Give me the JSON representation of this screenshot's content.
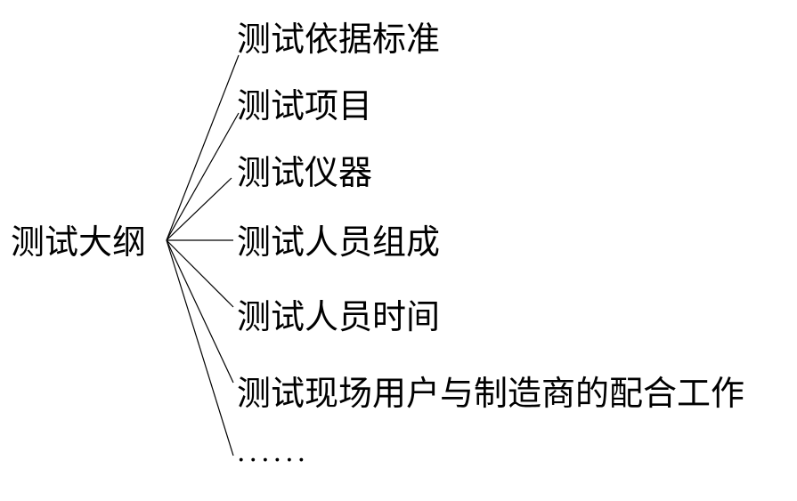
{
  "root": {
    "label": "测试大纲"
  },
  "branches": [
    {
      "label": "测试依据标准"
    },
    {
      "label": "测试项目"
    },
    {
      "label": "测试仪器"
    },
    {
      "label": "测试人员组成"
    },
    {
      "label": "测试人员时间"
    },
    {
      "label": "测试现场用户与制造商的配合工作"
    },
    {
      "label": "······"
    }
  ]
}
